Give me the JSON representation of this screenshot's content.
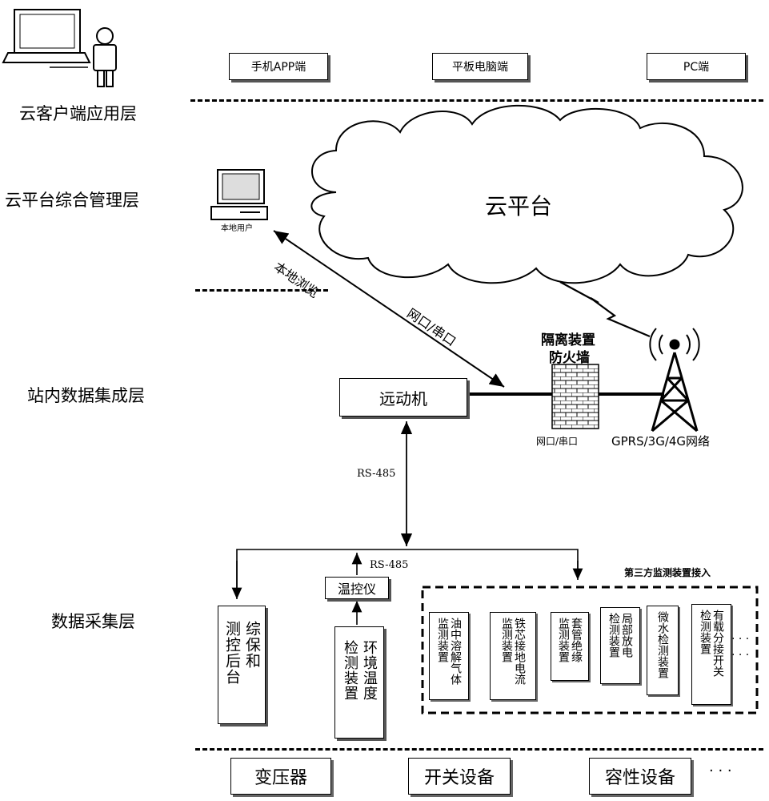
{
  "layers": {
    "client": "云客户端应用层",
    "cloud_mgmt": "云平台综合管理层",
    "station": "站内数据集成层",
    "collection": "数据采集层"
  },
  "clients": {
    "mobile": "手机APP端",
    "tablet": "平板电脑端",
    "pc": "PC端"
  },
  "cloud_label": "云平台",
  "local_user": "本地用户",
  "local_browse": "本地浏览",
  "net_serial_link": "网口/串口",
  "firewall": {
    "line1": "隔离装置",
    "line2": "防火墙",
    "port": "网口/串口"
  },
  "network": "GPRS/3G/4G网络",
  "rtu": "远动机",
  "rs485_main": "RS-485",
  "rs485_branch": "RS-485",
  "temp_controller": "温控仪",
  "third_party": "第三方监测装置接入",
  "collection_devices": {
    "protection": [
      "测控后台",
      "综保和"
    ],
    "env_temp": [
      "检测装置",
      "环境温度"
    ]
  },
  "sensors": [
    [
      "监测装置",
      "油中溶解气体"
    ],
    [
      "监测装置",
      "铁芯接地电流"
    ],
    [
      "监测装置",
      "套管绝缘"
    ],
    [
      "检测装置",
      "局部放电"
    ],
    [
      "微水检测装置"
    ],
    [
      "检测装置",
      "有载分接开关"
    ]
  ],
  "ellipsis": "· · ·",
  "equipment": [
    "变压器",
    "开关设备",
    "容性设备"
  ],
  "equipment_more": "· · ·"
}
